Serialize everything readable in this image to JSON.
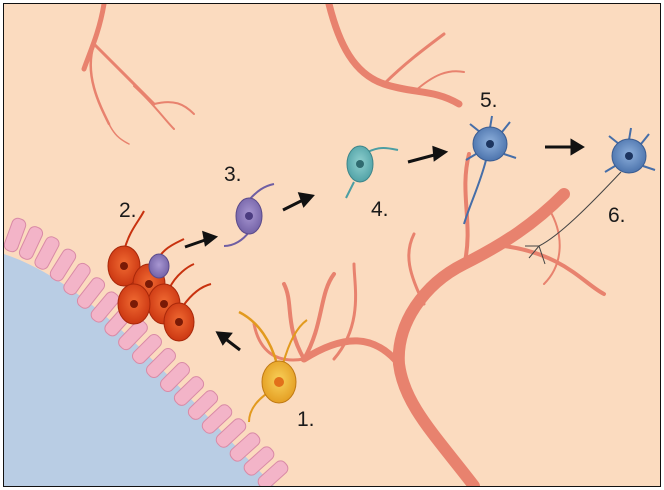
{
  "diagram": {
    "colors": {
      "background": "#fbdbbf",
      "vessel": "#e8826e",
      "vessel_dark": "#c9604f",
      "ventricle": "#b9cde4",
      "epithelium": "#f3b4c8",
      "radial_glia": "#f2c23a",
      "progenitor_cluster": "#e44a1c",
      "migrating_cell": "#8c7ab8",
      "teal_cell": "#69b6b9",
      "neuron": "#5e86bd"
    },
    "steps": [
      {
        "label": "1."
      },
      {
        "label": "2."
      },
      {
        "label": "3."
      },
      {
        "label": "4."
      },
      {
        "label": "5."
      },
      {
        "label": "6."
      }
    ]
  }
}
